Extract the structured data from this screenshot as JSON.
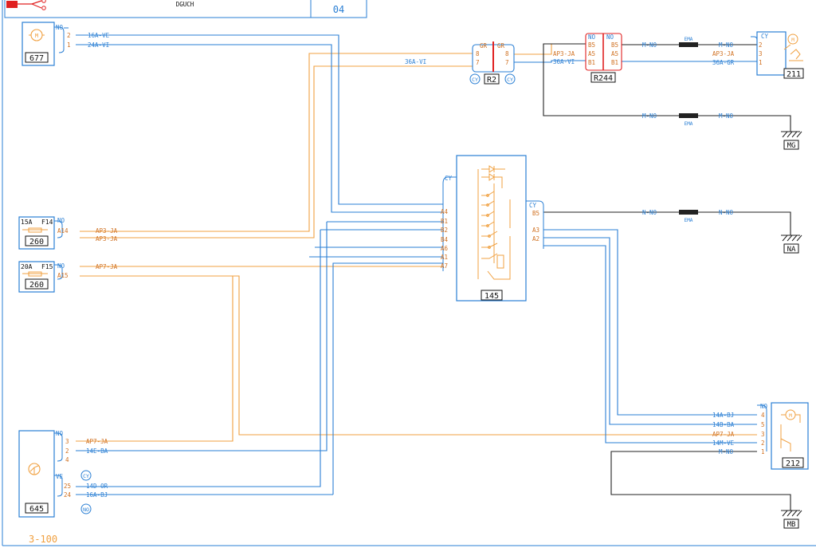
{
  "colors": {
    "blue": "#2a7fd4",
    "orange": "#f0a040",
    "black": "#222222",
    "red": "#e02020",
    "label_orange": "#d07020",
    "label_blue": "#2a7fd4",
    "box_border": "#2a7fd4"
  },
  "header": {
    "title": "DGUCH",
    "page": "04"
  },
  "footer": {
    "ref": "3-100"
  },
  "components": {
    "c677": {
      "id": "677",
      "icon": "motor-icon",
      "connector": "NO",
      "pins": [
        {
          "num": "2",
          "wire": "16A",
          "color": "VE"
        },
        {
          "num": "1",
          "wire": "24A",
          "color": "VI"
        }
      ]
    },
    "f14": {
      "rating": "15A",
      "fuse": "F14",
      "box": "260",
      "connector": "NO",
      "pin": "A14",
      "wires": [
        {
          "wire": "AP3",
          "color": "JA"
        },
        {
          "wire": "AP3",
          "color": "JA"
        }
      ]
    },
    "f15": {
      "rating": "20A",
      "fuse": "F15",
      "box": "260",
      "connector": "NO",
      "pin": "A15",
      "wires": [
        {
          "wire": "AP7",
          "color": "JA"
        }
      ]
    },
    "c645": {
      "id": "645",
      "icon": "steering-wheel-icon",
      "connector_top": "NO",
      "pins_top": [
        {
          "num": "3",
          "wire": "AP7",
          "color": "JA"
        },
        {
          "num": "2",
          "wire": "14E",
          "color": "BA"
        },
        {
          "num": "4",
          "wire": "",
          "color": ""
        }
      ],
      "connector_bottom": "VE",
      "badge_cy": "CY",
      "badge_no": "NO",
      "pins_bottom": [
        {
          "num": "25",
          "wire": "14D",
          "color": "OR"
        },
        {
          "num": "24",
          "wire": "16A",
          "color": "BJ"
        }
      ]
    },
    "r2": {
      "id": "R2",
      "left_color": "GR",
      "right_color": "GR",
      "left_pins": [
        "8",
        "7"
      ],
      "right_pins": [
        "8",
        "7"
      ],
      "badge_left": "CY",
      "badge_right": "CY",
      "in_wire": {
        "wire": "36A",
        "color": "VI"
      }
    },
    "r244": {
      "id": "R244",
      "left_connector": "NO",
      "right_connector": "NO",
      "left_pins": [
        "B5",
        "A5",
        "B1"
      ],
      "right_pins": [
        "B5",
        "A5",
        "B1"
      ],
      "in_wires": [
        {
          "wire": "AP3",
          "color": "JA"
        },
        {
          "wire": "36A",
          "color": "VI"
        }
      ]
    },
    "c211": {
      "id": "211",
      "connector": "CY",
      "pins": [
        {
          "num": "2",
          "wire": "M",
          "color": "NO"
        },
        {
          "num": "3",
          "wire": "AP3",
          "color": "JA"
        },
        {
          "num": "1",
          "wire": "36A",
          "color": "GR"
        }
      ],
      "splice": "EMA"
    },
    "c145": {
      "id": "145",
      "left_connector": "CY",
      "right_connector": "CY",
      "left_pins": [
        "A4",
        "B1",
        "B2",
        "B4",
        "A6",
        "A1",
        "A7"
      ],
      "right_pins": [
        "B5",
        "A3",
        "A2"
      ]
    },
    "c212": {
      "id": "212",
      "connector": "NO",
      "pins": [
        {
          "num": "4",
          "wire": "14A",
          "color": "BJ"
        },
        {
          "num": "5",
          "wire": "14B",
          "color": "BA"
        },
        {
          "num": "3",
          "wire": "AP7",
          "color": "JA"
        },
        {
          "num": "2",
          "wire": "14M",
          "color": "VE"
        },
        {
          "num": "1",
          "wire": "M",
          "color": "NO"
        }
      ]
    }
  },
  "grounds": {
    "mg": {
      "id": "MG",
      "wire_left": {
        "wire": "M",
        "color": "NO"
      },
      "wire_right": {
        "wire": "M",
        "color": "NO"
      },
      "splice": "EMA"
    },
    "na": {
      "id": "NA",
      "wire_left": {
        "wire": "N",
        "color": "NO"
      },
      "wire_right": {
        "wire": "N",
        "color": "NO"
      },
      "splice": "EMA"
    },
    "mb": {
      "id": "MB"
    }
  },
  "notation": {
    "dash": "-"
  }
}
